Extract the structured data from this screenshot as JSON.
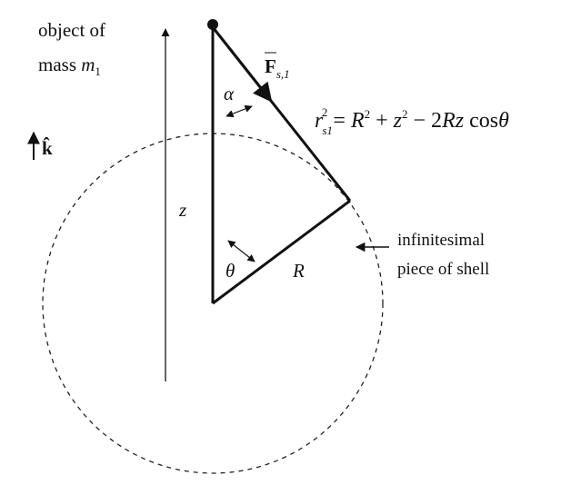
{
  "labels": {
    "object_line1": "object of",
    "object_line2": "mass",
    "mass_symbol": "m",
    "mass_subscript": "1",
    "khat": "k̂",
    "force_symbol": "F",
    "force_subscript": "s,1",
    "alpha": "α",
    "theta": "θ",
    "z": "z",
    "R": "R",
    "piece_line1": "infinitesimal",
    "piece_line2": "piece of shell"
  },
  "equation": {
    "lhs": "r",
    "lhs_sub": "s1",
    "lhs_sup": "2",
    "rhs_R": "R",
    "rhs_R_sup": "2",
    "plus": "+",
    "rhs_z": "z",
    "rhs_z_sup": "2",
    "minus": "− 2",
    "rhs_Rz": "Rz",
    "cos": "cos",
    "theta": "θ",
    "equals": "="
  }
}
